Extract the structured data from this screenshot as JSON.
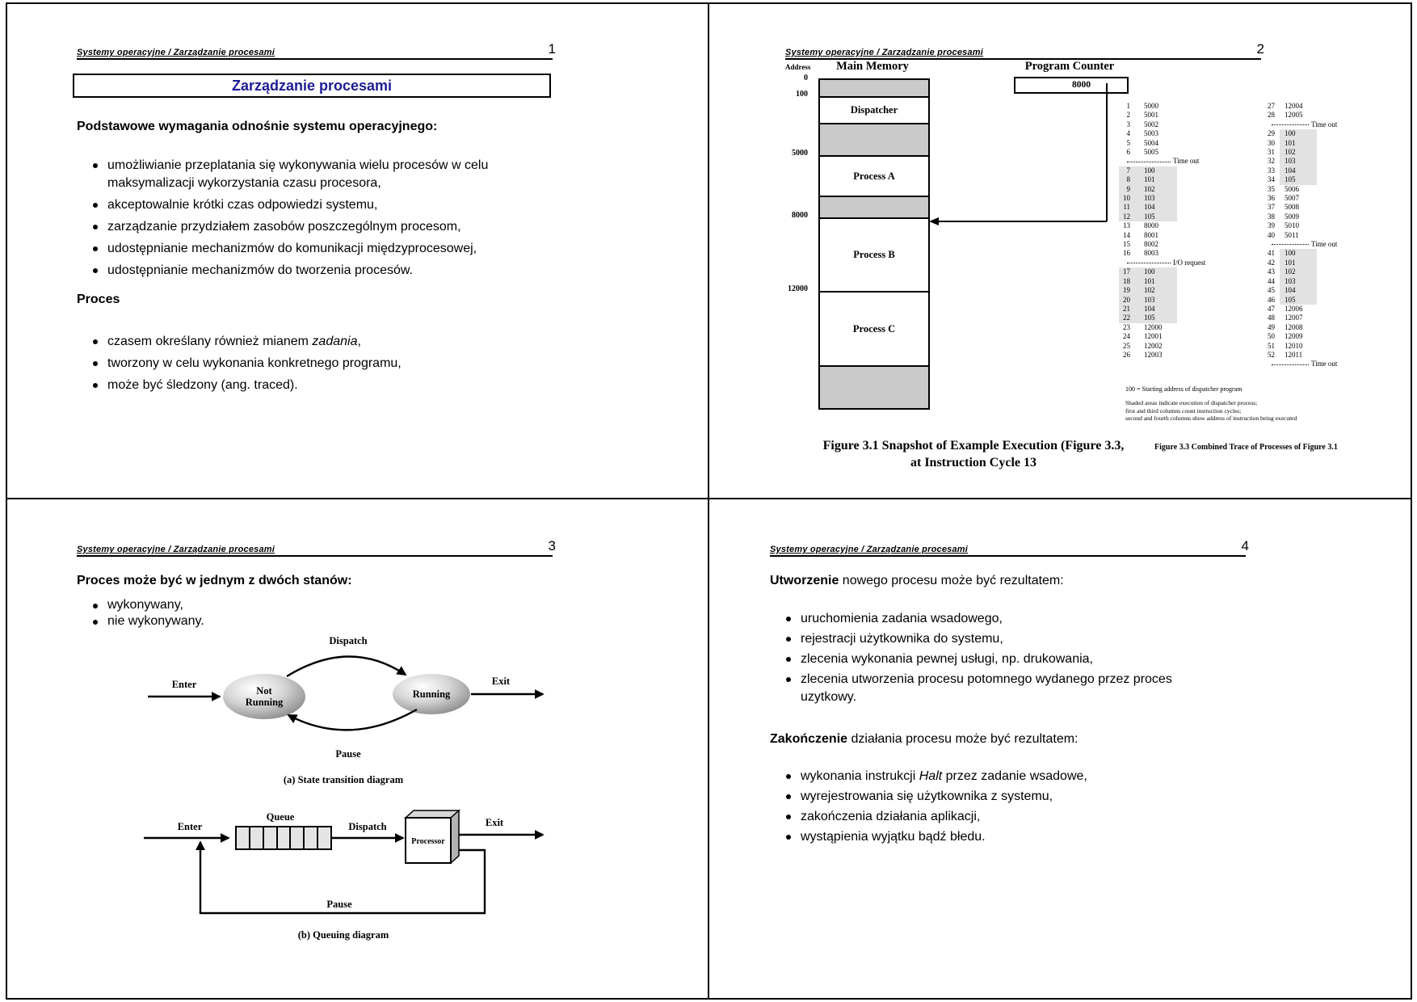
{
  "header_text": "Systemy operacyjne / Zarządzanie procesami",
  "accent_title_color": "#1c1c96",
  "slide1": {
    "page_num": "1",
    "title": "Zarządzanie procesami",
    "heading1": "Podstawowe wymagania odnośnie systemu operacyjnego:",
    "bullets1": [
      "umożliwianie przeplatania się wykonywania wielu procesów w celu maksymalizacji wykorzystania czasu procesora,",
      "akceptowalnie krótki czas odpowiedzi systemu,",
      "zarządzanie przydziałem zasobów poszczególnym procesom,",
      "udostępnianie mechanizmów do komunikacji międzyprocesowej,",
      "udostępnianie mechanizmów do tworzenia procesów."
    ],
    "heading2": "Proces",
    "bullets2": [
      [
        {
          "t": "czasem określany również mianem "
        },
        {
          "t": "zadania",
          "i": true
        },
        {
          "t": ","
        }
      ],
      "tworzony w celu wykonania konkretnego programu,",
      "może być śledzony (ang. traced)."
    ]
  },
  "slide2": {
    "page_num": "2",
    "address_label": "Address",
    "memory_title": "Main Memory",
    "pc_title": "Program Counter",
    "pc_value": "8000",
    "memory_bands": [
      {
        "h": 20,
        "fill": "gray",
        "tick": "0"
      },
      {
        "h": 33,
        "fill": "white",
        "label": "Dispatcher",
        "tick": "100"
      },
      {
        "h": 40,
        "fill": "gray"
      },
      {
        "h": 50,
        "fill": "white",
        "label": "Process A",
        "tick": "5000"
      },
      {
        "h": 27,
        "fill": "gray"
      },
      {
        "h": 91,
        "fill": "white",
        "label": "Process B",
        "tick": "8000"
      },
      {
        "h": 92,
        "fill": "white",
        "label": "Process C",
        "tick": "12000"
      },
      {
        "h": 53,
        "fill": "gray"
      }
    ],
    "trace_col1": [
      {
        "n": "1",
        "a": "5000"
      },
      {
        "n": "2",
        "a": "5001"
      },
      {
        "n": "3",
        "a": "5002"
      },
      {
        "n": "4",
        "a": "5003"
      },
      {
        "n": "5",
        "a": "5004"
      },
      {
        "n": "6",
        "a": "5005"
      },
      {
        "sep": "Time out"
      },
      {
        "n": "7",
        "a": "100",
        "s": true
      },
      {
        "n": "8",
        "a": "101",
        "s": true
      },
      {
        "n": "9",
        "a": "102",
        "s": true
      },
      {
        "n": "10",
        "a": "103",
        "s": true
      },
      {
        "n": "11",
        "a": "104",
        "s": true
      },
      {
        "n": "12",
        "a": "105",
        "s": true
      },
      {
        "n": "13",
        "a": "8000"
      },
      {
        "n": "14",
        "a": "8001"
      },
      {
        "n": "15",
        "a": "8002"
      },
      {
        "n": "16",
        "a": "8003"
      },
      {
        "sep": "I/O request"
      },
      {
        "n": "17",
        "a": "100",
        "s": true
      },
      {
        "n": "18",
        "a": "101",
        "s": true
      },
      {
        "n": "19",
        "a": "102",
        "s": true
      },
      {
        "n": "20",
        "a": "103",
        "s": true
      },
      {
        "n": "21",
        "a": "104",
        "s": true
      },
      {
        "n": "22",
        "a": "105",
        "s": true
      },
      {
        "n": "23",
        "a": "12000"
      },
      {
        "n": "24",
        "a": "12001"
      },
      {
        "n": "25",
        "a": "12002"
      },
      {
        "n": "26",
        "a": "12003"
      }
    ],
    "trace_col2": [
      {
        "n": "27",
        "a": "12004"
      },
      {
        "n": "28",
        "a": "12005"
      },
      {
        "sep": "Time out"
      },
      {
        "n": "29",
        "a": "100",
        "s": true
      },
      {
        "n": "30",
        "a": "101",
        "s": true
      },
      {
        "n": "31",
        "a": "102",
        "s": true
      },
      {
        "n": "32",
        "a": "103",
        "s": true
      },
      {
        "n": "33",
        "a": "104",
        "s": true
      },
      {
        "n": "34",
        "a": "105",
        "s": true
      },
      {
        "n": "35",
        "a": "5006"
      },
      {
        "n": "36",
        "a": "5007"
      },
      {
        "n": "37",
        "a": "5008"
      },
      {
        "n": "38",
        "a": "5009"
      },
      {
        "n": "39",
        "a": "5010"
      },
      {
        "n": "40",
        "a": "5011"
      },
      {
        "sep": "Time out"
      },
      {
        "n": "41",
        "a": "100",
        "s": true
      },
      {
        "n": "42",
        "a": "101",
        "s": true
      },
      {
        "n": "43",
        "a": "102",
        "s": true
      },
      {
        "n": "44",
        "a": "103",
        "s": true
      },
      {
        "n": "45",
        "a": "104",
        "s": true
      },
      {
        "n": "46",
        "a": "105",
        "s": true
      },
      {
        "n": "47",
        "a": "12006"
      },
      {
        "n": "48",
        "a": "12007"
      },
      {
        "n": "49",
        "a": "12008"
      },
      {
        "n": "50",
        "a": "12009"
      },
      {
        "n": "51",
        "a": "12010"
      },
      {
        "n": "52",
        "a": "12011"
      },
      {
        "sep": "Time out"
      }
    ],
    "footnote_title": "100 = Starting address of dispatcher program",
    "footnotes": [
      "Shaded areas indicate execution of dispatcher process;",
      "first and third columns count instruction cycles;",
      "second and fourth columns show address of instruction being executed"
    ],
    "caption_line1": "Figure 3.1  Snapshot of Example Execution (Figure 3.3,",
    "caption_line2": "at Instruction Cycle 13",
    "caption_right": "Figure 3.3  Combined Trace of Processes of Figure 3.1"
  },
  "slide3": {
    "page_num": "3",
    "heading": "Proces może być w jednym z dwóch stanów:",
    "bullets": [
      "wykonywany,",
      "nie wykonywany."
    ],
    "state_diagram": {
      "enter": "Enter",
      "dispatch": "Dispatch",
      "exit": "Exit",
      "pause": "Pause",
      "not_running_line1": "Not",
      "not_running_line2": "Running",
      "running": "Running",
      "caption": "(a) State transition diagram"
    },
    "queue_diagram": {
      "enter": "Enter",
      "queue": "Queue",
      "dispatch": "Dispatch",
      "processor": "Processor",
      "exit": "Exit",
      "pause": "Pause",
      "caption": "(b) Queuing diagram"
    }
  },
  "slide4": {
    "page_num": "4",
    "para1": [
      {
        "t": "Utworzenie",
        "b": true
      },
      {
        "t": " nowego procesu może być rezultatem:"
      }
    ],
    "bullets1": [
      "uruchomienia zadania wsadowego,",
      "rejestracji użytkownika do systemu,",
      "zlecenia wykonania pewnej usługi, np. drukowania,",
      "zlecenia utworzenia procesu potomnego wydanego przez proces uzytkowy."
    ],
    "para2": [
      {
        "t": "Zakończenie",
        "b": true
      },
      {
        "t": " działania procesu może być rezultatem:"
      }
    ],
    "bullets2": [
      [
        {
          "t": "wykonania instrukcji "
        },
        {
          "t": "Halt",
          "i": true
        },
        {
          "t": " przez zadanie wsadowe,"
        }
      ],
      "wyrejestrowania się użytkownika z systemu,",
      "zakończenia działania aplikacji,",
      "wystąpienia wyjątku bądź błedu."
    ]
  }
}
